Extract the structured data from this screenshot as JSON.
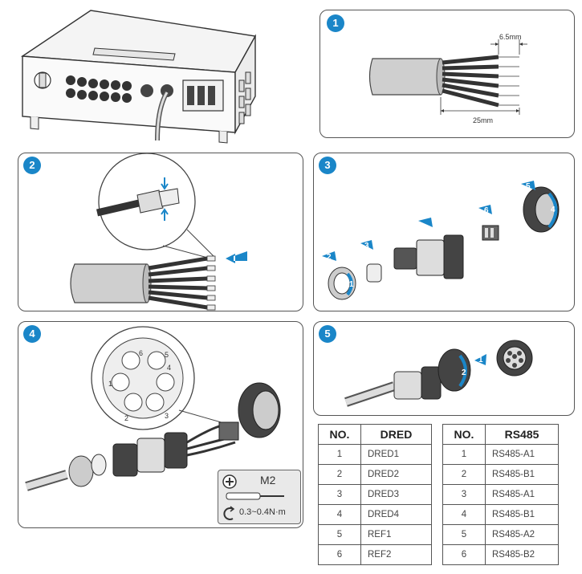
{
  "steps": [
    {
      "label": "1"
    },
    {
      "label": "2"
    },
    {
      "label": "3"
    },
    {
      "label": "4"
    },
    {
      "label": "5"
    }
  ],
  "step1": {
    "strip_length": "6.5mm",
    "total_length": "25mm"
  },
  "step3": {
    "part_labels": [
      "1",
      "2",
      "3",
      "4",
      "5",
      "6"
    ]
  },
  "step4": {
    "pin_labels": [
      "1",
      "2",
      "3",
      "4",
      "5",
      "6"
    ],
    "tool_size": "M2",
    "torque": "0.3~0.4N·m"
  },
  "step5": {
    "arrow_labels": [
      "1",
      "2"
    ]
  },
  "dred_table": {
    "headers": [
      "NO.",
      "DRED"
    ],
    "rows": [
      [
        "1",
        "DRED1"
      ],
      [
        "2",
        "DRED2"
      ],
      [
        "3",
        "DRED3"
      ],
      [
        "4",
        "DRED4"
      ],
      [
        "5",
        "REF1"
      ],
      [
        "6",
        "REF2"
      ]
    ]
  },
  "rs485_table": {
    "headers": [
      "NO.",
      "RS485"
    ],
    "rows": [
      [
        "1",
        "RS485-A1"
      ],
      [
        "2",
        "RS485-B1"
      ],
      [
        "3",
        "RS485-A1"
      ],
      [
        "4",
        "RS485-B1"
      ],
      [
        "5",
        "RS485-A2"
      ],
      [
        "6",
        "RS485-B2"
      ]
    ]
  },
  "colors": {
    "accent": "#1a86c8",
    "line": "#555555",
    "cable": "#cccccc",
    "wire": "#333333"
  }
}
